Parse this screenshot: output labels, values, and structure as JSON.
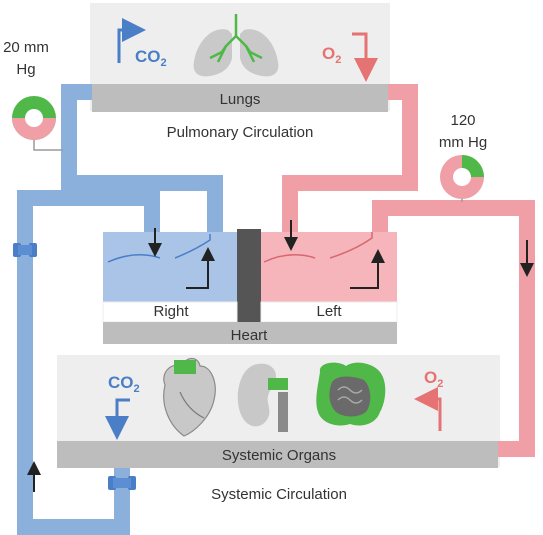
{
  "labels": {
    "lungs": "Lungs",
    "pulmonary": "Pulmonary Circulation",
    "heart": "Heart",
    "right": "Right",
    "left": "Left",
    "systemic_organs": "Systemic Organs",
    "systemic": "Systemic Circulation",
    "co2_top": "CO",
    "co2_top_sub": "2",
    "o2_top": "O",
    "o2_top_sub": "2",
    "co2_bottom": "CO",
    "co2_bottom_sub": "2",
    "o2_bottom": "O",
    "o2_bottom_sub": "2",
    "pressure_low_value": "20 mm",
    "pressure_low_unit": "Hg",
    "pressure_high_value": "120",
    "pressure_high_unit": "mm Hg"
  },
  "colors": {
    "venous_blue": "#8bb0dc",
    "venous_fill": "#a9c4e6",
    "arterial_red": "#ef9fa5",
    "arterial_fill": "#f5b5ba",
    "organ_box": "#eeeeee",
    "label_bar": "#bdbdbd",
    "oxygen_green": "#4fb848",
    "co2_text": "#4a7fc7",
    "o2_text": "#e57373"
  },
  "icons": [
    "lungs-icon",
    "heart-icon",
    "kidney-icon",
    "intestine-icon",
    "pressure-gauge-icon",
    "direction-arrow-icon"
  ]
}
